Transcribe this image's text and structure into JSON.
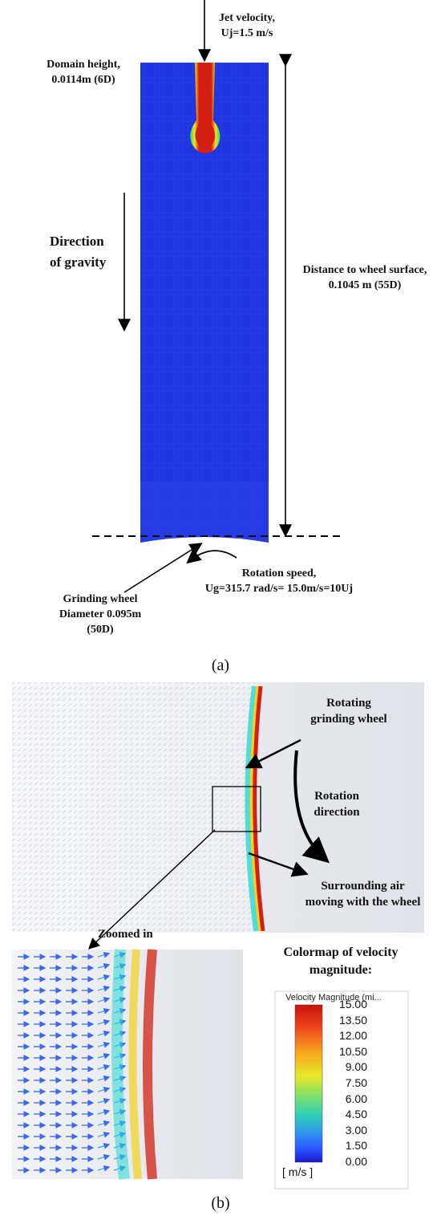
{
  "panel_a": {
    "jet_velocity": [
      "Jet velocity,",
      "Uj=1.5 m/s"
    ],
    "domain_height": [
      "Domain height,",
      "0.0114m (6D)"
    ],
    "gravity": [
      "Direction",
      "of gravity"
    ],
    "distance": [
      "Distance to wheel surface,",
      "0.1045 m (55D)"
    ],
    "rotation_speed": [
      "Rotation speed,",
      "Ug=315.7 rad/s= 15.0m/s=10Uj"
    ],
    "wheel": [
      "Grinding wheel",
      "Diameter 0.095m",
      "(50D)"
    ],
    "caption": "(a)"
  },
  "panel_b": {
    "rotating_wheel": [
      "Rotating",
      "grinding wheel"
    ],
    "rotation_direction": [
      "Rotation",
      "direction"
    ],
    "surrounding_air": [
      "Surrounding air",
      "moving with the wheel"
    ],
    "zoomed_in": "Zoomed in",
    "colormap_title": [
      "Colormap of velocity",
      "magnitude:"
    ],
    "caption": "(b)"
  },
  "colorbar": {
    "title": "Velocity Magnitude (mi...",
    "unit": "[ m/s ]",
    "ticks": [
      "15.00",
      "13.50",
      "12.00",
      "10.50",
      "9.00",
      "7.50",
      "6.00",
      "4.50",
      "3.00",
      "1.50",
      "0.00"
    ],
    "colors": [
      "#d7191c",
      "#f46d43",
      "#fdae61",
      "#fee08b",
      "#a6d96a",
      "#66c2a5",
      "#3288bd",
      "#2b52ff",
      "#1a2bd6"
    ]
  },
  "colors": {
    "domain": "#1f35e0",
    "jet": "#d21f12",
    "bg_b": "#e7e9ee"
  }
}
